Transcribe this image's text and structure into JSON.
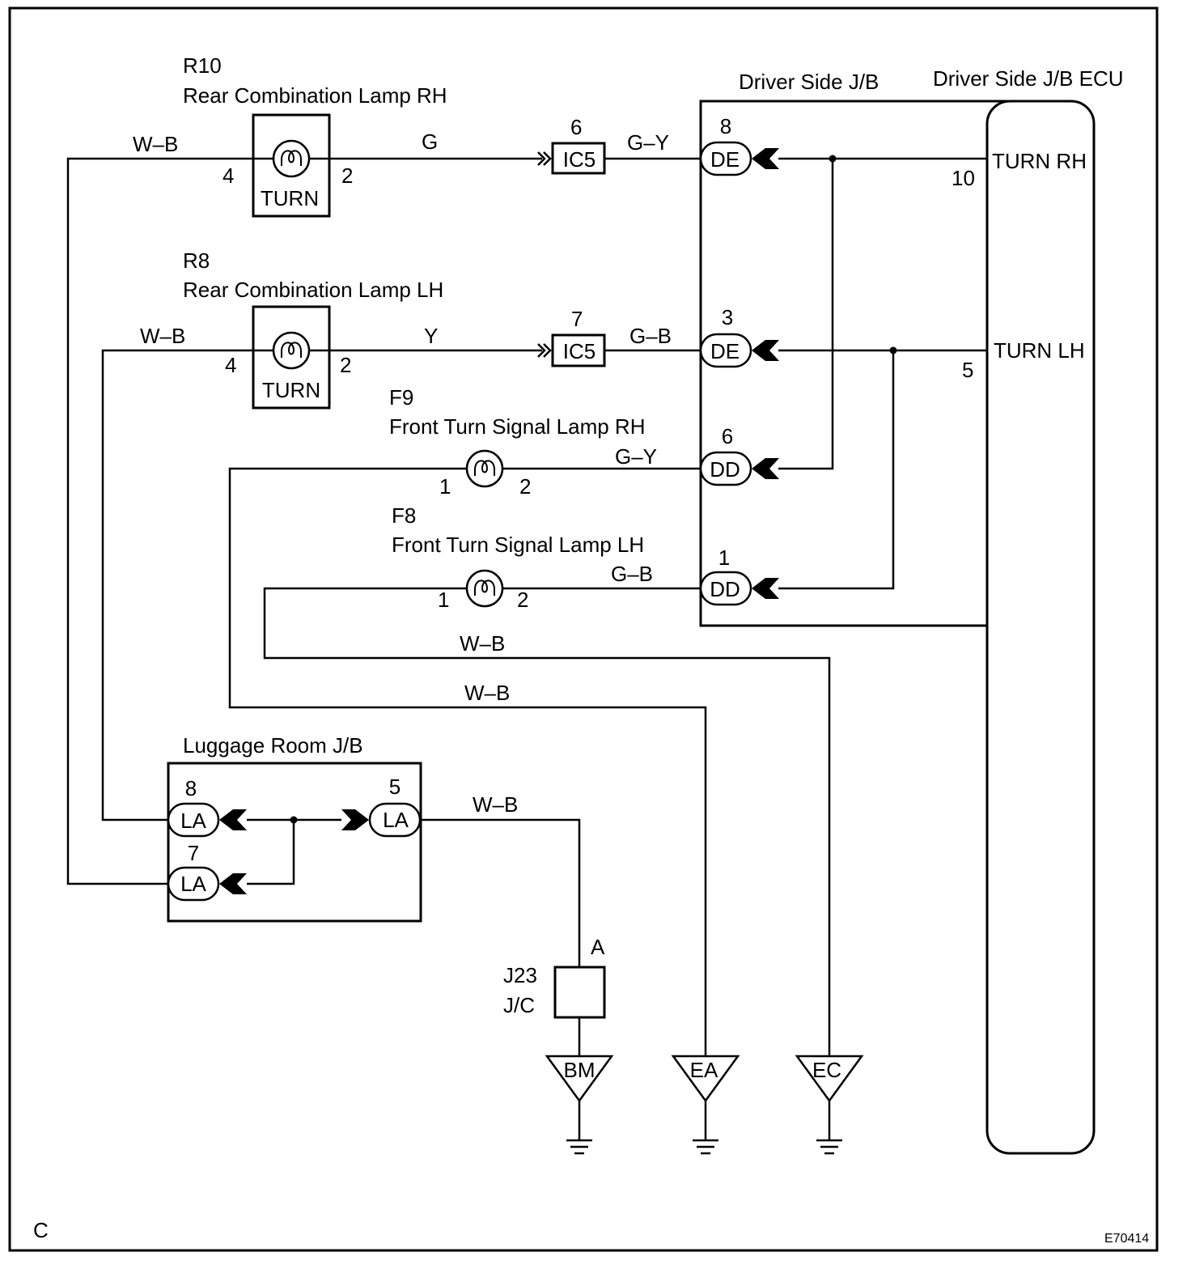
{
  "rear_lamp_rh": {
    "code": "R10",
    "name": "Rear Combination Lamp RH",
    "label": "TURN",
    "pin_in": "4",
    "pin_out": "2"
  },
  "rear_lamp_lh": {
    "code": "R8",
    "name": "Rear Combination Lamp LH",
    "label": "TURN",
    "pin_in": "4",
    "pin_out": "2"
  },
  "front_lamp_rh": {
    "code": "F9",
    "name": "Front Turn Signal Lamp RH",
    "pin_in": "1",
    "pin_out": "2"
  },
  "front_lamp_lh": {
    "code": "F8",
    "name": "Front Turn Signal Lamp LH",
    "pin_in": "1",
    "pin_out": "2"
  },
  "ic5_rh": {
    "pin": "6",
    "label": "IC5"
  },
  "ic5_lh": {
    "pin": "7",
    "label": "IC5"
  },
  "driver_jb": {
    "title": "Driver Side J/B",
    "connectors": [
      {
        "pin": "8",
        "label": "DE"
      },
      {
        "pin": "3",
        "label": "DE"
      },
      {
        "pin": "6",
        "label": "DD"
      },
      {
        "pin": "1",
        "label": "DD"
      }
    ]
  },
  "driver_jb_ecu": {
    "title": "Driver Side J/B ECU",
    "terminals": [
      {
        "name": "TURN RH",
        "pin": "10"
      },
      {
        "name": "TURN LH",
        "pin": "5"
      }
    ]
  },
  "luggage_jb": {
    "title": "Luggage Room J/B",
    "connectors": [
      {
        "pin": "8",
        "label": "LA"
      },
      {
        "pin": "5",
        "label": "LA"
      },
      {
        "pin": "7",
        "label": "LA"
      }
    ]
  },
  "junction_connector": {
    "code": "J23",
    "name": "J/C",
    "pin": "A"
  },
  "grounds": [
    {
      "label": "BM"
    },
    {
      "label": "EA"
    },
    {
      "label": "EC"
    }
  ],
  "wire_colors": {
    "rh_ground": "W–B",
    "rh_rear": "G",
    "rh_jb": "G–Y",
    "lh_ground": "W–B",
    "lh_rear": "Y",
    "lh_jb": "G–B",
    "front_rh": "G–Y",
    "front_lh": "G–B",
    "front_lh_ground": "W–B",
    "front_rh_ground": "W–B",
    "luggage_ground": "W–B"
  },
  "footer": {
    "section": "C",
    "figure_id": "E70414"
  }
}
